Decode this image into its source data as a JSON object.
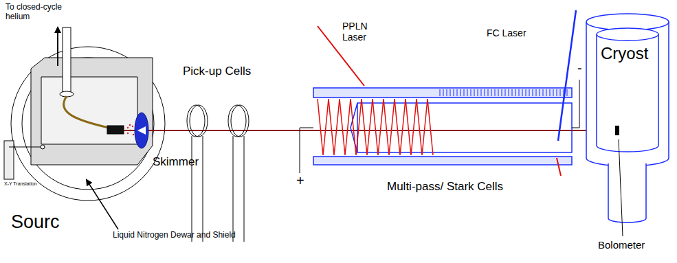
{
  "diagram": {
    "nodes": [
      {
        "text": [
          "Cryost"
        ]
      }
    ],
    "labels": [
      "To closed-cycle helium",
      "Sourc",
      "X-Y Translation",
      "Liquid Nitrogen Dewar and Shield",
      "Skimmer",
      "Pick-up Cells",
      "+",
      "PPLN Laser",
      "FC Laser",
      "-",
      "Multi-pass/ Stark Cells",
      "Bolometer"
    ]
  }
}
